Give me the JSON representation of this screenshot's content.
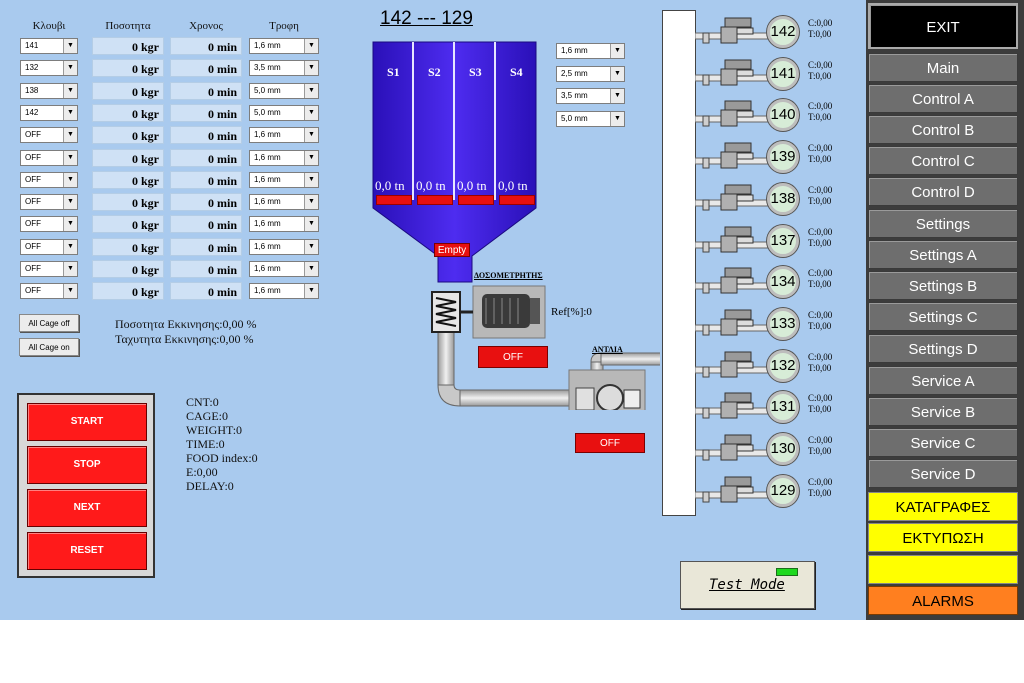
{
  "colors": {
    "panel_bg": "#a9caee",
    "silo": "#3b1cd6",
    "red": "#e81010",
    "exit_bg": "#000000",
    "yellow": "#ffff00",
    "orange": "#ff7f1f",
    "gray": "#6e6e6e"
  },
  "table": {
    "headers": {
      "cage": "Κλουβι",
      "quantity": "Ποσοτητα",
      "time": "Χρονος",
      "feed": "Τροφη"
    },
    "rows": [
      {
        "cage": "141",
        "qty": "0 kgr",
        "time": "0 min",
        "feed": "1,6 mm"
      },
      {
        "cage": "132",
        "qty": "0 kgr",
        "time": "0 min",
        "feed": "3,5 mm"
      },
      {
        "cage": "138",
        "qty": "0 kgr",
        "time": "0 min",
        "feed": "5,0 mm"
      },
      {
        "cage": "142",
        "qty": "0 kgr",
        "time": "0 min",
        "feed": "5,0 mm"
      },
      {
        "cage": "OFF",
        "qty": "0 kgr",
        "time": "0 min",
        "feed": "1,6 mm"
      },
      {
        "cage": "OFF",
        "qty": "0 kgr",
        "time": "0 min",
        "feed": "1,6 mm"
      },
      {
        "cage": "OFF",
        "qty": "0 kgr",
        "time": "0 min",
        "feed": "1,6 mm"
      },
      {
        "cage": "OFF",
        "qty": "0 kgr",
        "time": "0 min",
        "feed": "1,6 mm"
      },
      {
        "cage": "OFF",
        "qty": "0 kgr",
        "time": "0 min",
        "feed": "1,6 mm"
      },
      {
        "cage": "OFF",
        "qty": "0 kgr",
        "time": "0 min",
        "feed": "1,6 mm"
      },
      {
        "cage": "OFF",
        "qty": "0 kgr",
        "time": "0 min",
        "feed": "1,6 mm"
      },
      {
        "cage": "OFF",
        "qty": "0 kgr",
        "time": "0 min",
        "feed": "1,6 mm"
      }
    ]
  },
  "cage_buttons": {
    "off": "All Cage off",
    "on": "All Cage on"
  },
  "discharge": {
    "quantity": "Ποσοτητα Εκκινησης:0,00 %",
    "speed": "Ταχυτητα Εκκινησης:0,00 %"
  },
  "controls": {
    "start": "START",
    "stop": "STOP",
    "next": "NEXT",
    "reset": "RESET"
  },
  "status": {
    "cnt": "CNT:0",
    "cage": "CAGE:0",
    "weight": "WEIGHT:0",
    "time": "TIME:0",
    "food": "FOOD index:0",
    "e": "E:0,00",
    "delay": "DELAY:0"
  },
  "title": "142 --- 129",
  "silos": [
    {
      "label": "S1",
      "value": "0,0 tn"
    },
    {
      "label": "S2",
      "value": "0,0 tn"
    },
    {
      "label": "S3",
      "value": "0,0 tn"
    },
    {
      "label": "S4",
      "value": "0,0 tn"
    }
  ],
  "silo_empty": "Empty",
  "silo_sizes": [
    "1,6 mm",
    "2,5 mm",
    "3,5 mm",
    "5,0 mm"
  ],
  "doser": {
    "label": "ΔΟΣΟΜΕΤΡΗΤΗΣ",
    "ref": "Ref[%]:0",
    "state": "OFF"
  },
  "pump": {
    "label": "ΑΝΤΛΙΑ",
    "state": "OFF"
  },
  "cages": [
    {
      "num": "142",
      "c": "C:0,00",
      "t": "T:0,00"
    },
    {
      "num": "141",
      "c": "C:0,00",
      "t": "T:0,00"
    },
    {
      "num": "140",
      "c": "C:0,00",
      "t": "T:0,00"
    },
    {
      "num": "139",
      "c": "C:0,00",
      "t": "T:0,00"
    },
    {
      "num": "138",
      "c": "C:0,00",
      "t": "T:0,00"
    },
    {
      "num": "137",
      "c": "C:0,00",
      "t": "T:0,00"
    },
    {
      "num": "134",
      "c": "C:0,00",
      "t": "T:0,00"
    },
    {
      "num": "133",
      "c": "C:0,00",
      "t": "T:0,00"
    },
    {
      "num": "132",
      "c": "C:0,00",
      "t": "T:0,00"
    },
    {
      "num": "131",
      "c": "C:0,00",
      "t": "T:0,00"
    },
    {
      "num": "130",
      "c": "C:0,00",
      "t": "T:0,00"
    },
    {
      "num": "129",
      "c": "C:0,00",
      "t": "T:0,00"
    }
  ],
  "test_mode": "Test Mode",
  "sidebar": {
    "exit": "EXIT",
    "main": "Main",
    "items": [
      "Control A",
      "Control B",
      "Control C",
      "Control D",
      "Settings",
      "Settings A",
      "Settings B",
      "Settings C",
      "Settings D",
      "Service A",
      "Service B",
      "Service C",
      "Service D"
    ],
    "log": "ΚΑΤΑΓΡΑΦΕΣ",
    "print": "ΕΚΤΥΠΩΣΗ",
    "blank": "",
    "alarms": "ALARMS"
  }
}
